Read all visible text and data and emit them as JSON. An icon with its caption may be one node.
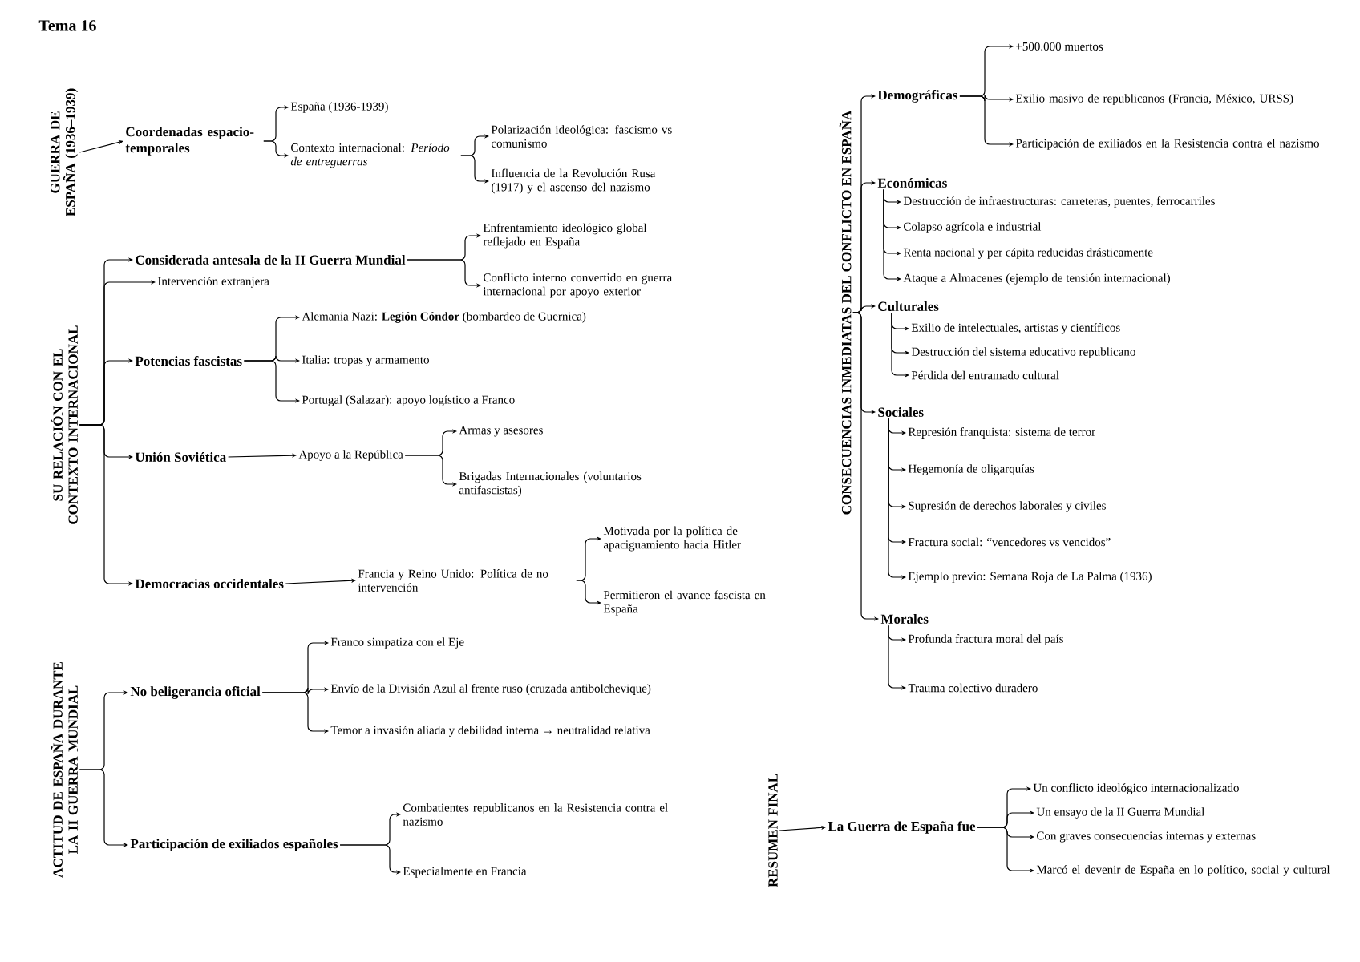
{
  "diagram": {
    "title": "Tema 16",
    "nodes": [
      {
        "text": [
          "GUERRA DE ESPAÑA (1936–1939)"
        ]
      },
      {
        "text": [
          "Coordenadas espacio-temporales"
        ]
      },
      {
        "text": [
          "España (1936-1939)"
        ]
      },
      {
        "text": [
          "Contexto internacional: *Período de entreguerras*"
        ]
      },
      {
        "text": [
          "Polarización ideológica: fascismo vs comunismo"
        ]
      },
      {
        "text": [
          "Influencia de la Revolución Rusa (1917) y el ascenso del nazismo"
        ]
      },
      {
        "text": [
          "SU RELACIÓN CON EL CONTEXTO INTERNACIONAL"
        ]
      },
      {
        "text": [
          "Considerada antesala de la II Guerra Mundial"
        ]
      },
      {
        "text": [
          "Intervención extranjera"
        ]
      },
      {
        "text": [
          "Enfrentamiento ideológico global reflejado en España"
        ]
      },
      {
        "text": [
          "Conflicto interno convertido en guerra internacional por apoyo exterior"
        ]
      },
      {
        "text": [
          "Potencias fascistas"
        ]
      },
      {
        "text": [
          "Alemania Nazi: **Legión Cóndor** (bombardeo de Guernica)"
        ]
      },
      {
        "text": [
          "Italia: tropas y armamento"
        ]
      },
      {
        "text": [
          "Portugal (Salazar): apoyo logístico a Franco"
        ]
      },
      {
        "text": [
          "Unión Soviética"
        ]
      },
      {
        "text": [
          "Apoyo a la República"
        ]
      },
      {
        "text": [
          "Armas y asesores"
        ]
      },
      {
        "text": [
          "Brigadas Internacionales (voluntarios antifascistas)"
        ]
      },
      {
        "text": [
          "Democracias occidentales"
        ]
      },
      {
        "text": [
          "Francia y Reino Unido: Política de no intervención"
        ]
      },
      {
        "text": [
          "Motivada por la política de apaciguamiento hacia Hitler"
        ]
      },
      {
        "text": [
          "Permitieron el avance fascista en España"
        ]
      },
      {
        "text": [
          "ACTITUD DE ESPAÑA DURANTE LA II GUERRA MUNDIAL"
        ]
      },
      {
        "text": [
          "No beligerancia oficial"
        ]
      },
      {
        "text": [
          "Franco simpatiza con el Eje"
        ]
      },
      {
        "text": [
          "Envío de la División Azul al frente ruso (cruzada antibolchevique)"
        ]
      },
      {
        "text": [
          "Temor a invasión aliada y debilidad interna → neutralidad relativa"
        ]
      },
      {
        "text": [
          "Participación de exiliados españoles"
        ]
      },
      {
        "text": [
          "Combatientes republicanos en la Resistencia contra el nazismo"
        ]
      },
      {
        "text": [
          "Especialmente en Francia"
        ]
      },
      {
        "text": [
          "CONSECUENCIAS INMEDIATAS DEL CONFLICTO EN ESPAÑA"
        ]
      },
      {
        "text": [
          "Demográficas"
        ]
      },
      {
        "text": [
          "+500.000 muertos"
        ]
      },
      {
        "text": [
          "Exilio masivo de republicanos (Francia, México, URSS)"
        ]
      },
      {
        "text": [
          "Participación de exiliados en la Resistencia contra el nazismo"
        ]
      },
      {
        "text": [
          "Económicas"
        ]
      },
      {
        "text": [
          "Destrucción de infraestructuras: carreteras, puentes, ferrocarriles"
        ]
      },
      {
        "text": [
          "Colapso agrícola e industrial"
        ]
      },
      {
        "text": [
          "Renta nacional y per cápita reducidas drásticamente"
        ]
      },
      {
        "text": [
          "Ataque a Almacenes (ejemplo de tensión internacional)"
        ]
      },
      {
        "text": [
          "Culturales"
        ]
      },
      {
        "text": [
          "Exilio de intelectuales, artistas y científicos"
        ]
      },
      {
        "text": [
          "Destrucción del sistema educativo republicano"
        ]
      },
      {
        "text": [
          "Pérdida del entramado cultural"
        ]
      },
      {
        "text": [
          "Sociales"
        ]
      },
      {
        "text": [
          "Represión franquista: sistema de terror"
        ]
      },
      {
        "text": [
          "Hegemonía de oligarquías"
        ]
      },
      {
        "text": [
          "Supresión de derechos laborales y civiles"
        ]
      },
      {
        "text": [
          "Fractura social: “vencedores vs vencidos”"
        ]
      },
      {
        "text": [
          "Ejemplo previo: Semana Roja de La Palma (1936)"
        ]
      },
      {
        "text": [
          "Morales"
        ]
      },
      {
        "text": [
          "Profunda fractura moral del país"
        ]
      },
      {
        "text": [
          "Trauma colectivo duradero"
        ]
      },
      {
        "text": [
          "RESUMEN FINAL"
        ]
      },
      {
        "text": [
          "La Guerra de España fue"
        ]
      },
      {
        "text": [
          "Un conflicto ideológico internacionalizado"
        ]
      },
      {
        "text": [
          "Un ensayo de la II Guerra Mundial"
        ]
      },
      {
        "text": [
          "Con graves consecuencias internas y externas"
        ]
      },
      {
        "text": [
          "Marcó el devenir de España en lo político, social y cultural"
        ]
      }
    ],
    "edges": [
      {
        "from": 0,
        "to": 1,
        "arrow": "to"
      },
      {
        "from": 1,
        "to": 2,
        "arrow": "to"
      },
      {
        "from": 1,
        "to": 3,
        "arrow": "to"
      },
      {
        "from": 3,
        "to": 4,
        "arrow": "to"
      },
      {
        "from": 3,
        "to": 5,
        "arrow": "to"
      },
      {
        "from": 6,
        "to": 7,
        "arrow": "to"
      },
      {
        "from": 6,
        "to": 8,
        "arrow": "to"
      },
      {
        "from": 6,
        "to": 11,
        "arrow": "to"
      },
      {
        "from": 6,
        "to": 15,
        "arrow": "to"
      },
      {
        "from": 6,
        "to": 19,
        "arrow": "to"
      },
      {
        "from": 7,
        "to": 9,
        "arrow": "to"
      },
      {
        "from": 7,
        "to": 10,
        "arrow": "to"
      },
      {
        "from": 11,
        "to": 12,
        "arrow": "to"
      },
      {
        "from": 11,
        "to": 13,
        "arrow": "to"
      },
      {
        "from": 11,
        "to": 14,
        "arrow": "to"
      },
      {
        "from": 15,
        "to": 16,
        "arrow": "to"
      },
      {
        "from": 16,
        "to": 17,
        "arrow": "to"
      },
      {
        "from": 16,
        "to": 18,
        "arrow": "to"
      },
      {
        "from": 19,
        "to": 20,
        "arrow": "to"
      },
      {
        "from": 20,
        "to": 21,
        "arrow": "to"
      },
      {
        "from": 20,
        "to": 22,
        "arrow": "to"
      },
      {
        "from": 23,
        "to": 24,
        "arrow": "to"
      },
      {
        "from": 23,
        "to": 28,
        "arrow": "to"
      },
      {
        "from": 24,
        "to": 25,
        "arrow": "to"
      },
      {
        "from": 24,
        "to": 26,
        "arrow": "to"
      },
      {
        "from": 24,
        "to": 27,
        "arrow": "to"
      },
      {
        "from": 28,
        "to": 29,
        "arrow": "to"
      },
      {
        "from": 28,
        "to": 30,
        "arrow": "to"
      },
      {
        "from": 31,
        "to": 32,
        "arrow": "to"
      },
      {
        "from": 31,
        "to": 36,
        "arrow": "to"
      },
      {
        "from": 31,
        "to": 41,
        "arrow": "to"
      },
      {
        "from": 31,
        "to": 45,
        "arrow": "to"
      },
      {
        "from": 31,
        "to": 51,
        "arrow": "to"
      },
      {
        "from": 32,
        "to": 33,
        "arrow": "to"
      },
      {
        "from": 32,
        "to": 34,
        "arrow": "to"
      },
      {
        "from": 32,
        "to": 35,
        "arrow": "to"
      },
      {
        "from": 36,
        "to": 37,
        "arrow": "to"
      },
      {
        "from": 36,
        "to": 38,
        "arrow": "to"
      },
      {
        "from": 36,
        "to": 39,
        "arrow": "to"
      },
      {
        "from": 36,
        "to": 40,
        "arrow": "to"
      },
      {
        "from": 41,
        "to": 42,
        "arrow": "to"
      },
      {
        "from": 41,
        "to": 43,
        "arrow": "to"
      },
      {
        "from": 41,
        "to": 44,
        "arrow": "to"
      },
      {
        "from": 45,
        "to": 46,
        "arrow": "to"
      },
      {
        "from": 45,
        "to": 47,
        "arrow": "to"
      },
      {
        "from": 45,
        "to": 48,
        "arrow": "to"
      },
      {
        "from": 45,
        "to": 49,
        "arrow": "to"
      },
      {
        "from": 45,
        "to": 50,
        "arrow": "to"
      },
      {
        "from": 51,
        "to": 52,
        "arrow": "to"
      },
      {
        "from": 51,
        "to": 53,
        "arrow": "to"
      },
      {
        "from": 54,
        "to": 55,
        "arrow": "to"
      },
      {
        "from": 55,
        "to": 56,
        "arrow": "to"
      },
      {
        "from": 55,
        "to": 57,
        "arrow": "to"
      },
      {
        "from": 55,
        "to": 58,
        "arrow": "to"
      },
      {
        "from": 55,
        "to": 59,
        "arrow": "to"
      }
    ]
  }
}
